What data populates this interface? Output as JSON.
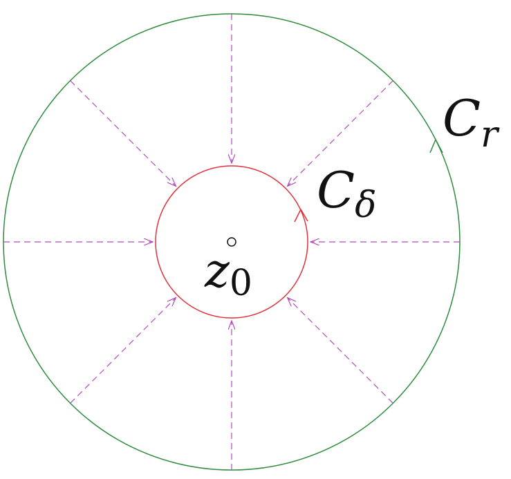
{
  "diagram": {
    "outer_contour": {
      "letter": "C",
      "subscript": "r",
      "color": "#2e8b3e"
    },
    "inner_contour": {
      "letter": "C",
      "subscript": "δ",
      "color": "#e0303a"
    },
    "center_point": {
      "letter": "z",
      "subscript": "0"
    },
    "deformation_arrows": {
      "count": 8,
      "style": "dashed",
      "color": "#b04ab8"
    },
    "background": "#ffffff"
  }
}
